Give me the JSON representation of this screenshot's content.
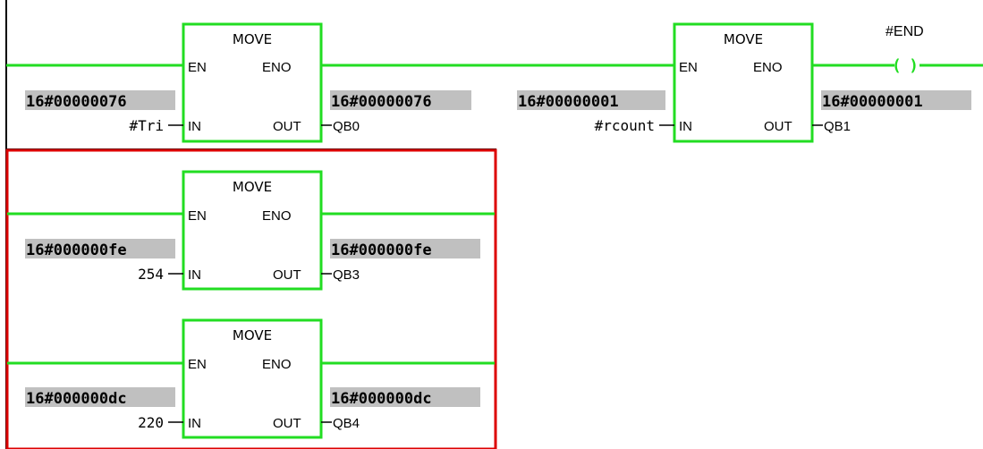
{
  "ladder": {
    "block_title": "MOVE",
    "pins": {
      "en": "EN",
      "eno": "ENO",
      "in": "IN",
      "out": "OUT"
    },
    "blocks": [
      {
        "in_value": "16#00000076",
        "in_operand": "#Tri",
        "out_value": "16#00000076",
        "out_operand": "QB0"
      },
      {
        "in_value": "16#00000001",
        "in_operand": "#rcount",
        "out_value": "16#00000001",
        "out_operand": "QB1"
      },
      {
        "in_value": "16#000000fe",
        "in_operand": "254",
        "out_value": "16#000000fe",
        "out_operand": "QB3"
      },
      {
        "in_value": "16#000000dc",
        "in_operand": "220",
        "out_value": "16#000000dc",
        "out_operand": "QB4"
      }
    ],
    "coil": {
      "label": "#END",
      "symbol": "( )"
    }
  },
  "colors": {
    "power_flow": "#22dd22",
    "selection": "#dd0000",
    "value_highlight": "#c0c0c0",
    "rail": "#000000"
  }
}
